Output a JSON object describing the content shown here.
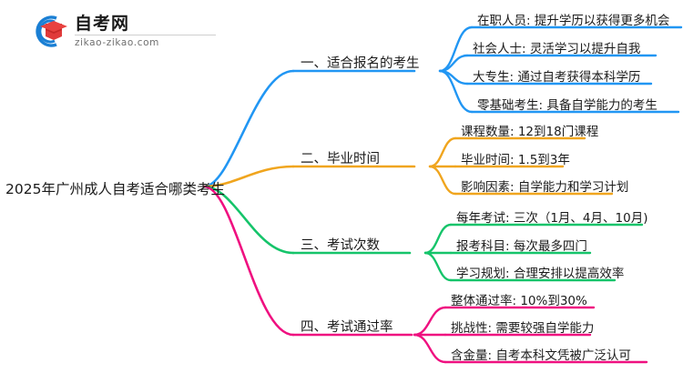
{
  "logo": {
    "name_cn": "自考网",
    "url": "zikao-zikao.com",
    "mark_icon": "graduation-cap-icon",
    "colors": {
      "ring": "#1a7fd4",
      "cap": "#e03a3a",
      "cap_dark": "#c62828"
    }
  },
  "mindmap": {
    "root": "2025年广州成人自考适合哪类考生",
    "branches": [
      {
        "index": "一",
        "label": "一、适合报名的考生",
        "color": "#2196f3",
        "leaves": [
          "在职人员: 提升学历以获得更多机会",
          "社会人士: 灵活学习以提升自我",
          "大专生: 通过自考获得本科学历",
          "零基础考生: 具备自学能力的考生"
        ]
      },
      {
        "index": "二",
        "label": "二、毕业时间",
        "color": "#f0a51e",
        "leaves": [
          "课程数量: 12到18门课程",
          "毕业时间: 1.5到3年",
          "影响因素: 自学能力和学习计划"
        ]
      },
      {
        "index": "三",
        "label": "三、考试次数",
        "color": "#15c46a",
        "leaves": [
          "每年考试: 三次（1月、4月、10月)",
          "报考科目: 每次最多四门",
          "学习规划: 合理安排以提高效率"
        ]
      },
      {
        "index": "四",
        "label": "四、考试通过率",
        "color": "#ef1080",
        "leaves": [
          "整体通过率: 10%到30%",
          "挑战性: 需要较强自学能力",
          "含金量: 自考本科文凭被广泛认可"
        ]
      }
    ]
  }
}
